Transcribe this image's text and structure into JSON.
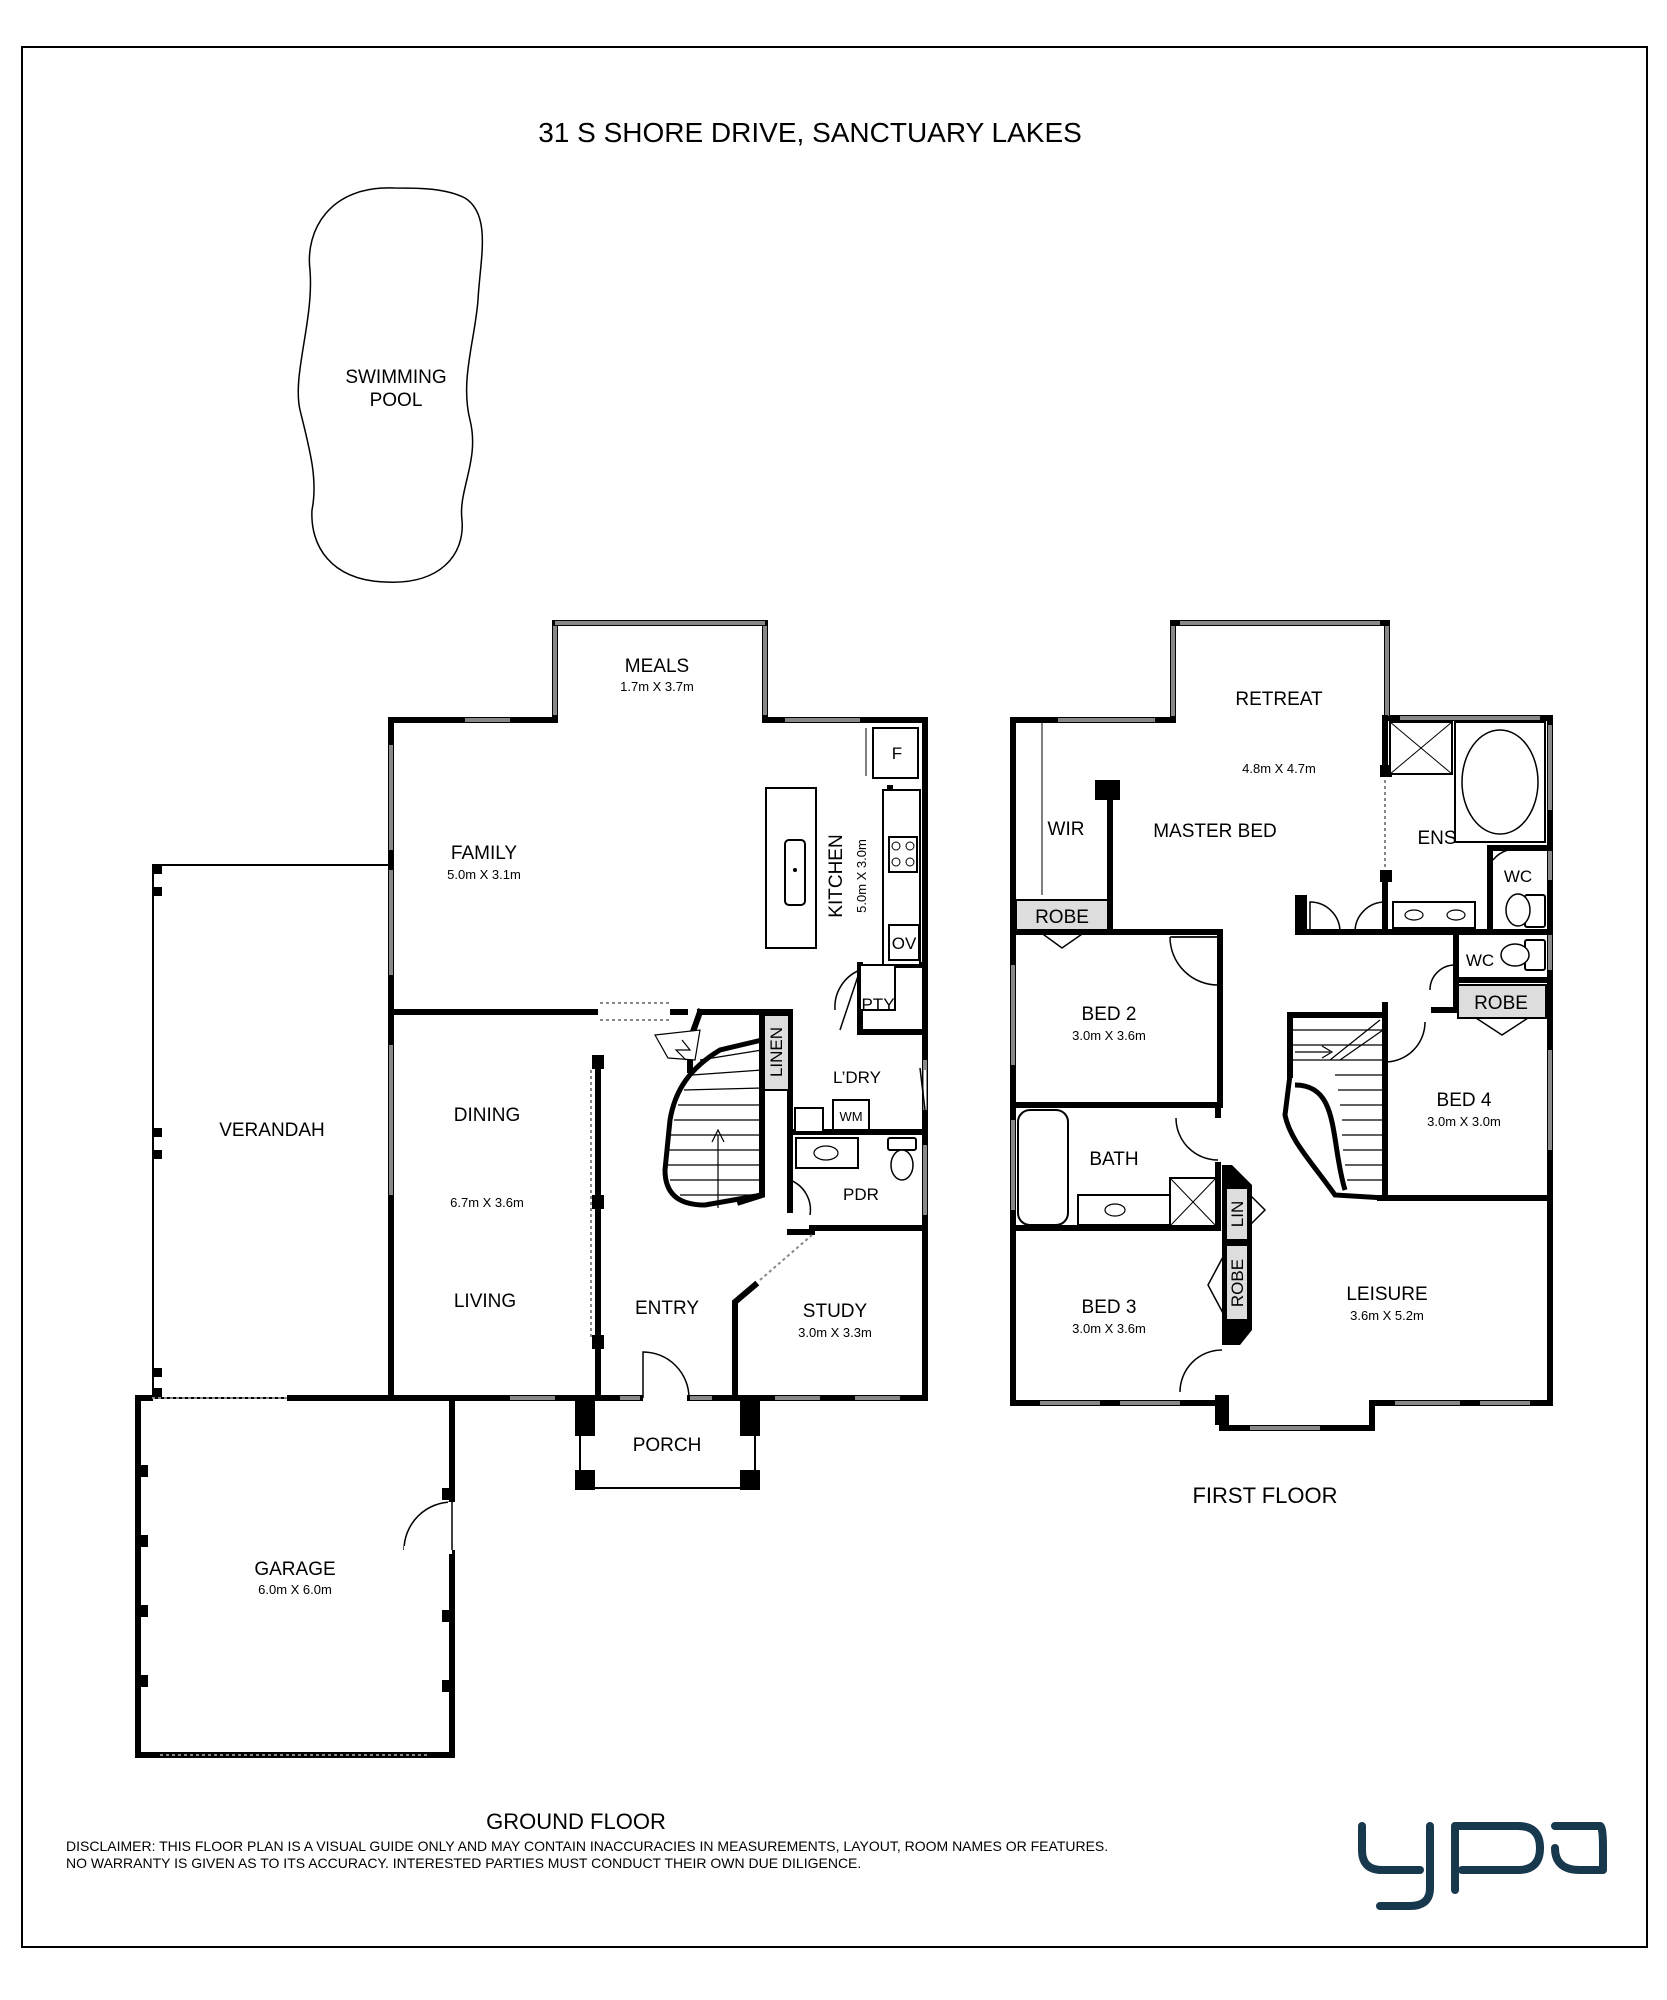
{
  "title": "31 S SHORE DRIVE, SANCTUARY LAKES",
  "pool": {
    "line1": "SWIMMING",
    "line2": "POOL"
  },
  "ground_floor": {
    "label": "GROUND FLOOR",
    "rooms": {
      "meals": {
        "name": "MEALS",
        "dim": "1.7m X 3.7m"
      },
      "family": {
        "name": "FAMILY",
        "dim": "5.0m X 3.1m"
      },
      "kitchen": {
        "name": "KITCHEN",
        "dim": "5.0m X 3.0m"
      },
      "verandah": {
        "name": "VERANDAH"
      },
      "dining": {
        "name": "DINING"
      },
      "dining_living_dim": "6.7m X 3.6m",
      "living": {
        "name": "LIVING"
      },
      "entry": {
        "name": "ENTRY"
      },
      "study": {
        "name": "STUDY",
        "dim": "3.0m X 3.3m"
      },
      "porch": {
        "name": "PORCH"
      },
      "garage": {
        "name": "GARAGE",
        "dim": "6.0m X 6.0m"
      },
      "linen": {
        "name": "LINEN"
      },
      "laundry": {
        "name": "L’DRY"
      },
      "pdr": {
        "name": "PDR"
      },
      "pantry": {
        "name": "PTY"
      },
      "fridge": {
        "name": "F"
      },
      "oven": {
        "name": "OV"
      },
      "washing_machine": {
        "name": "WM"
      }
    }
  },
  "first_floor": {
    "label": "FIRST FLOOR",
    "rooms": {
      "retreat": {
        "name": "RETREAT"
      },
      "retreat_master_dim": "4.8m X 4.7m",
      "master_bed": {
        "name": "MASTER BED"
      },
      "wir": {
        "name": "WIR"
      },
      "ens": {
        "name": "ENS"
      },
      "wc_ens": {
        "name": "WC"
      },
      "wc_hall": {
        "name": "WC"
      },
      "robe_master": {
        "name": "ROBE"
      },
      "robe_bed4": {
        "name": "ROBE"
      },
      "bed2": {
        "name": "BED 2",
        "dim": "3.0m X 3.6m"
      },
      "bed4": {
        "name": "BED 4",
        "dim": "3.0m X 3.0m"
      },
      "bath": {
        "name": "BATH"
      },
      "lin": {
        "name": "LIN"
      },
      "robe_bed3": {
        "name": "ROBE"
      },
      "bed3": {
        "name": "BED 3",
        "dim": "3.0m X 3.6m"
      },
      "leisure": {
        "name": "LEISURE",
        "dim": "3.6m X 5.2m"
      }
    }
  },
  "disclaimer": {
    "line1": "DISCLAIMER: THIS FLOOR PLAN IS A VISUAL GUIDE ONLY AND MAY CONTAIN INACCURACIES IN MEASUREMENTS, LAYOUT, ROOM NAMES OR FEATURES.",
    "line2": "NO WARRANTY IS GIVEN AS TO ITS ACCURACY. INTERESTED PARTIES MUST CONDUCT THEIR OWN DUE DILIGENCE."
  },
  "logo": {
    "text": "ypa",
    "color": "#17384d"
  }
}
